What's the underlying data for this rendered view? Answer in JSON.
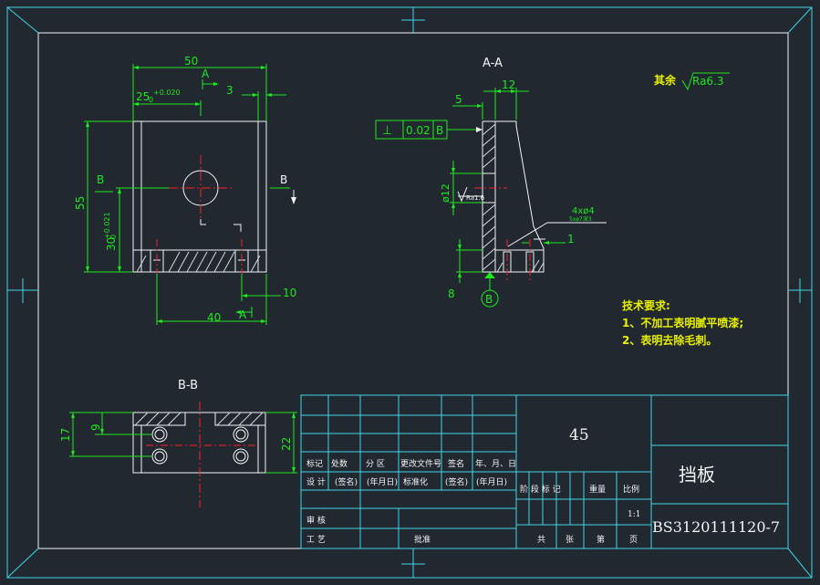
{
  "front_view": {
    "dim_width": "50",
    "dim_hole_x": "25",
    "dim_hole_x_tol_upper": "+0.020",
    "dim_hole_x_tol_lower": "0",
    "dim_edge": "3",
    "dim_height": "55",
    "dim_hole_y": "30",
    "dim_hole_y_tol_upper": "+0.021",
    "dim_hole_y_tol_lower": "0",
    "dim_bottom_offset": "10",
    "dim_hole_spacing": "40",
    "section_a_label_top": "A",
    "section_a_label_bottom": "A",
    "section_b_label_left": "B",
    "section_b_label_right": "B"
  },
  "section_aa": {
    "title": "A-A",
    "dim_top": "12",
    "dim_offset": "5",
    "tolerance_symbol": "⊥",
    "tolerance_value": "0.02",
    "datum": "B",
    "dim_diameter": "ø12",
    "roughness_hole": "Ra1.6",
    "hole_callout": "4xø4",
    "hole_callout_sub": "5xø7深3",
    "dim_one": "1",
    "dim_bottom": "8",
    "datum_marker": "B"
  },
  "roughness_note": {
    "prefix": "其余",
    "value": "Ra6.3"
  },
  "technical_requirements": {
    "title": "技术要求:",
    "items": [
      "1、不加工表明腻平喷漆;",
      "2、表明去除毛刺。"
    ]
  },
  "section_bb": {
    "title": "B-B",
    "dim_17": "17",
    "dim_9": "9",
    "dim_22": "22"
  },
  "title_block": {
    "material": "45",
    "part_name": "挡板",
    "drawing_number": "BS3120111120-7",
    "scale": "1:1",
    "row_labels": [
      "标记",
      "处数",
      "分 区",
      "更改文件号",
      "签名",
      "年、月、日"
    ],
    "design_row": [
      "设 计",
      "(签名)",
      "(年月日)",
      "标准化",
      "(签名)",
      "(年月日)"
    ],
    "stage_headers": [
      "阶 段 标 记",
      "重量",
      "比例"
    ],
    "review_label": "审 核",
    "process_label": "工 艺",
    "approve_label": "批准",
    "sheet_row": [
      "共",
      "张",
      "第",
      "页"
    ]
  }
}
